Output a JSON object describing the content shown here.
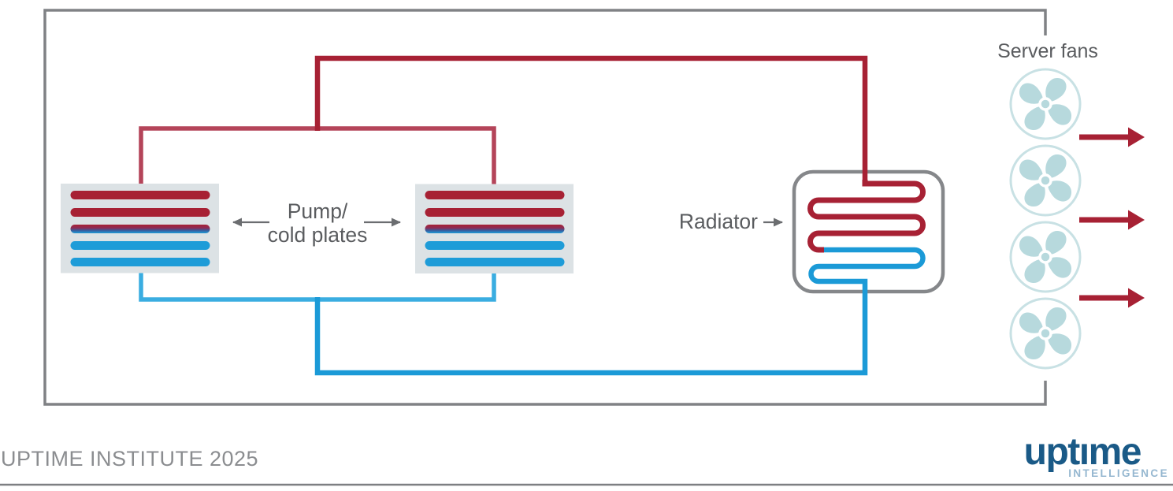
{
  "labels": {
    "pump": {
      "line1": "Pump/",
      "line2": "cold plates"
    },
    "radiator": "Radiator",
    "server_fans": "Server fans"
  },
  "footer": {
    "attribution": "UPTIME INSTITUTE 2025"
  },
  "logo": {
    "wordmark": "uptıme",
    "tagline": "INTELLIGENCE"
  },
  "colors": {
    "hot": "#A72134",
    "hotBranch": "#B44459",
    "cold": "#1B9AD7",
    "coldBranch": "#3AADE1",
    "plateBg": "#DCE2E5",
    "plateRed": "#A72134",
    "plateBlue": "#1E9CD8",
    "plateBlendTop": "#A72134",
    "plateBlendBottom": "#1E9CD8",
    "fanRing": "#C8E1E4",
    "fanBlade": "#B7D9DD",
    "chassis": "#808285",
    "radiatorBorder": "#85878A",
    "labelText": "#5A5C5F",
    "labelArrow": "#6B6D70",
    "airflowArrow": "#A72134",
    "attribution": "#8B8D90",
    "rule": "#7D7F82",
    "logoBlue": "#1A5A87",
    "logoTagline": "#95B7D0"
  }
}
